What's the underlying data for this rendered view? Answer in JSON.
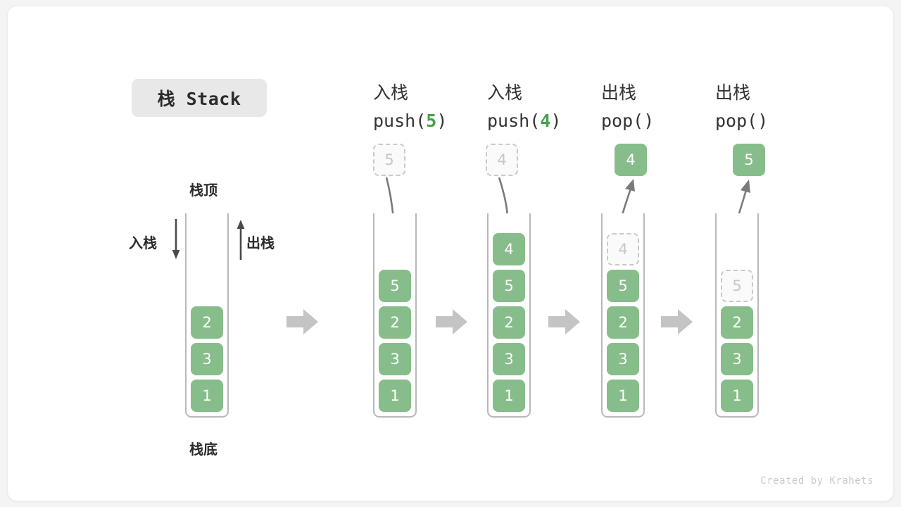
{
  "title": {
    "text": "栈 Stack"
  },
  "legend": {
    "top_label": "栈顶",
    "bottom_label": "栈底",
    "push_label": "入栈",
    "pop_label": "出栈"
  },
  "footer": {
    "text": "Created by Krahets"
  },
  "colors": {
    "cell_fill": "#87bd8a",
    "cell_text": "#ffffff",
    "ghost_border": "#c9c9c9",
    "ghost_text": "#c6c6c6",
    "accent_number": "#46a04b",
    "arrow_gray": "#c4c4c4",
    "line_gray": "#7a7a7a",
    "badge_bg": "#e8e8e8",
    "tube_border": "#b9b9b9"
  },
  "steps": [
    {
      "id": "initial",
      "op_cn": "",
      "op_code": "",
      "code_number": "",
      "floating": null,
      "stack": [
        "2",
        "3",
        "1"
      ],
      "ghost_in_stack": null
    },
    {
      "id": "push-5",
      "op_cn": "入栈",
      "op_code_prefix": "push(",
      "code_number": "5",
      "op_code_suffix": ")",
      "floating": {
        "value": "5",
        "style": "ghost"
      },
      "stack": [
        "5",
        "2",
        "3",
        "1"
      ],
      "ghost_in_stack": null
    },
    {
      "id": "push-4",
      "op_cn": "入栈",
      "op_code_prefix": "push(",
      "code_number": "4",
      "op_code_suffix": ")",
      "floating": {
        "value": "4",
        "style": "ghost"
      },
      "stack": [
        "4",
        "5",
        "2",
        "3",
        "1"
      ],
      "ghost_in_stack": null
    },
    {
      "id": "pop-4",
      "op_cn": "出栈",
      "op_code_prefix": "pop(",
      "code_number": "",
      "op_code_suffix": ")",
      "floating": {
        "value": "4",
        "style": "filled"
      },
      "stack": [
        "5",
        "2",
        "3",
        "1"
      ],
      "ghost_in_stack": "4"
    },
    {
      "id": "pop-5",
      "op_cn": "出栈",
      "op_code_prefix": "pop(",
      "code_number": "",
      "op_code_suffix": ")",
      "floating": {
        "value": "5",
        "style": "filled"
      },
      "stack": [
        "2",
        "3",
        "1"
      ],
      "ghost_in_stack": "5"
    }
  ]
}
